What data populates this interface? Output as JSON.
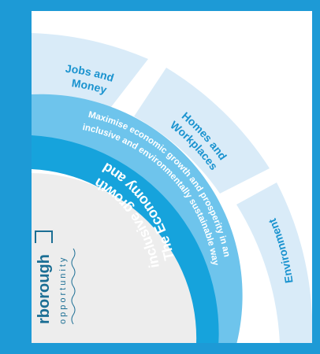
{
  "colors": {
    "frame": "#1d9ad6",
    "outer_segments": "#d9ebf8",
    "outer_text": "#1a93cf",
    "middle_band": "#6ec4ec",
    "inner_band": "#16a3dc",
    "center_disc": "#ededed",
    "brand_text": "#1b6e94"
  },
  "inner_band": {
    "line1": "The Economy and",
    "line2": "inclusive growth"
  },
  "middle_band": {
    "line1": "Maximise economic growth and prosperity in an",
    "line2": "inclusive and environmentally sustainable way"
  },
  "outer_segments": [
    {
      "id": "jobs",
      "line1": "Jobs and",
      "line2": "Money"
    },
    {
      "id": "homes",
      "line1": "Homes and",
      "line2": "Workplaces"
    },
    {
      "id": "environment",
      "line1": "Environment",
      "line2": ""
    }
  ],
  "brand": {
    "name": "rborough",
    "tagline": "opportunity"
  }
}
